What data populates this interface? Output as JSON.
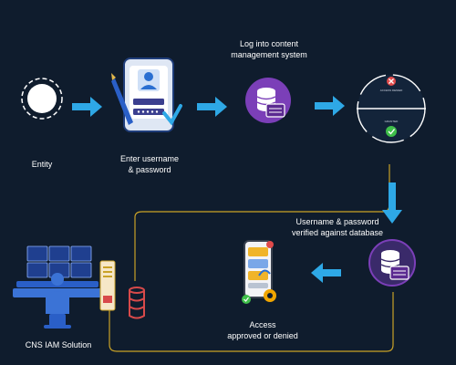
{
  "colors": {
    "background": "#0f1c2d",
    "arrow": "#2ea8e6",
    "connector": "#c9a227",
    "db_purple": "#7b3fb8",
    "db_navy": "#3a2a6a",
    "text": "#ffffff"
  },
  "nodes": [
    {
      "id": "entity",
      "label": "Entity",
      "icon": "entity-circle-icon"
    },
    {
      "id": "credentials",
      "label": "Enter username\n& password",
      "icon": "login-form-icon"
    },
    {
      "id": "cms",
      "label": "Log into content\nmanagement system",
      "icon": "database-icon"
    },
    {
      "id": "decision",
      "label": "",
      "icon": "deny-allow-icon",
      "deny_text": "ACCESS DENIED",
      "allow_text": "GRANTED"
    },
    {
      "id": "verify",
      "label": "Username & password\nverified against database",
      "icon": "database-icon"
    },
    {
      "id": "access",
      "label": "Access\napproved or denied",
      "icon": "mobile-app-icon"
    },
    {
      "id": "cns",
      "label": "CNS IAM Solution",
      "icon": "operator-workstation-icon"
    }
  ]
}
